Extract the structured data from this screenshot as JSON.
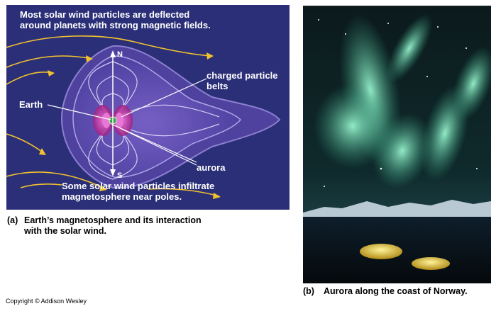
{
  "panel_a": {
    "top_note_line1": "Most solar wind particles are deflected",
    "top_note_line2": "around planets with strong magnetic fields.",
    "north_label": "N",
    "south_label": "S",
    "earth_label": "Earth",
    "belts_label_line1": "charged particle",
    "belts_label_line2": "belts",
    "aurora_label": "aurora",
    "bottom_note_line1": "Some solar wind particles infiltrate",
    "bottom_note_line2": "magnetosphere near poles.",
    "caption_letter": "(a)",
    "caption_line1": "Earth’s magnetosphere and its interaction",
    "caption_line2": "with the solar wind."
  },
  "panel_b": {
    "caption_letter": "(b)",
    "caption_text": "Aurora along the coast of Norway."
  },
  "copyright": "Copyright © Addison Wesley",
  "colors": {
    "background_a": "#2b2f78",
    "flow_arrows": "#f2c22e",
    "field_lines": "#ffffff",
    "belts": "#c42d9e",
    "aurora_green": "#5fe0a8"
  }
}
